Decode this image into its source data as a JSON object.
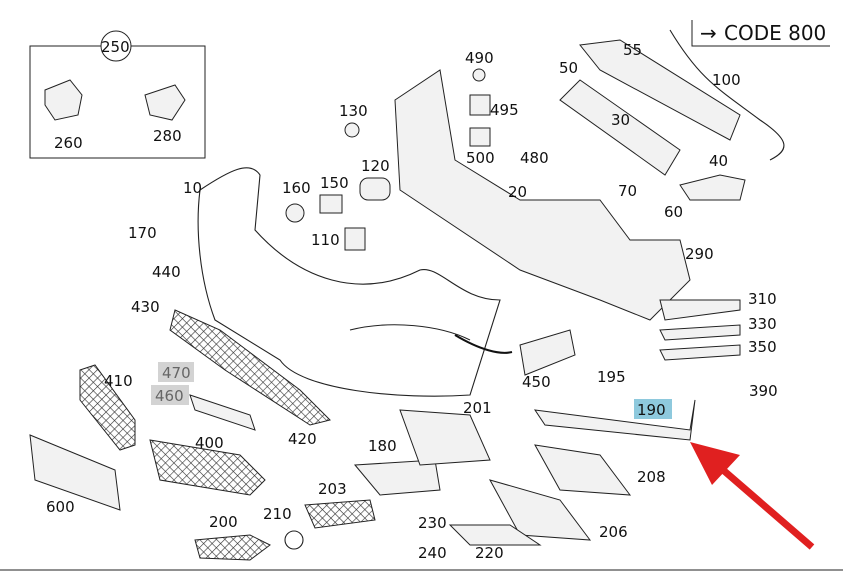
{
  "code_box": {
    "arrow": "→",
    "text": "CODE 800"
  },
  "parts": [
    "250",
    "260",
    "280",
    "490",
    "495",
    "500",
    "480",
    "130",
    "120",
    "160",
    "150",
    "110",
    "10",
    "20",
    "50",
    "55",
    "30",
    "40",
    "100",
    "70",
    "60",
    "170",
    "440",
    "430",
    "290",
    "310",
    "330",
    "350",
    "450",
    "195",
    "390",
    "470",
    "460",
    "410",
    "420",
    "400",
    "201",
    "190",
    "180",
    "208",
    "203",
    "600",
    "200",
    "210",
    "230",
    "240",
    "220",
    "206"
  ],
  "highlights": {
    "470": "#d3d3d3",
    "460": "#d3d3d3",
    "190": "#8ec9dd"
  },
  "pointer_arrow_color": "#e02020"
}
